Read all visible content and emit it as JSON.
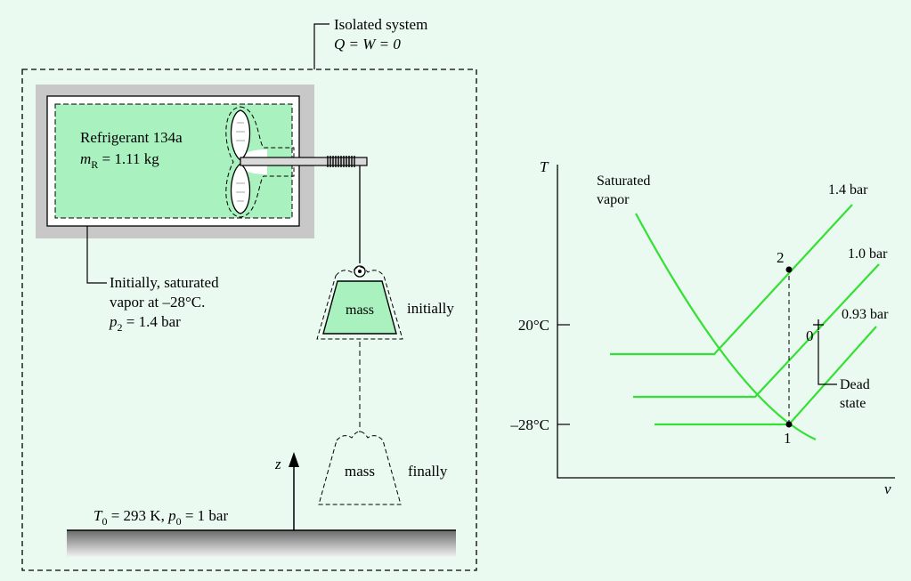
{
  "colors": {
    "background": "#eafaf0",
    "refrigerant_fill": "#a9f2c0",
    "container_gray": "#c8c8c8",
    "curve_green": "#33e033",
    "ground_gray": "#8c8c8c"
  },
  "system": {
    "label_line1": "Isolated system",
    "label_line2": "Q = W = 0"
  },
  "tank": {
    "name_line1": "Refrigerant 134a",
    "mass_line": "m",
    "mass_sub": "R",
    "mass_value": " = 1.11 kg"
  },
  "initial_state": {
    "line1": "Initially, saturated",
    "line2": "vapor at –28°C.",
    "line3_var": "p",
    "line3_sub": "2",
    "line3_value": " = 1.4 bar"
  },
  "weight": {
    "initial_label": "mass",
    "initial_caption": "initially",
    "final_label": "mass",
    "final_caption": "finally"
  },
  "axis_z": {
    "label": "z"
  },
  "environment": {
    "T_var": "T",
    "T_sub": "0",
    "T_value": " = 293 K, ",
    "p_var": "p",
    "p_sub": "0",
    "p_value": " = 1 bar"
  },
  "ts_diagram": {
    "y_axis_label": "T",
    "x_axis_label": "v",
    "y_ticks": [
      "20°C",
      "–28°C"
    ],
    "saturation_label_line1": "Saturated",
    "saturation_label_line2": "vapor",
    "isobars": [
      "1.4 bar",
      "1.0 bar",
      "0.93 bar"
    ],
    "points": {
      "p1": "1",
      "p2": "2",
      "p0": "0"
    },
    "dead_state_line1": "Dead",
    "dead_state_line2": "state"
  }
}
